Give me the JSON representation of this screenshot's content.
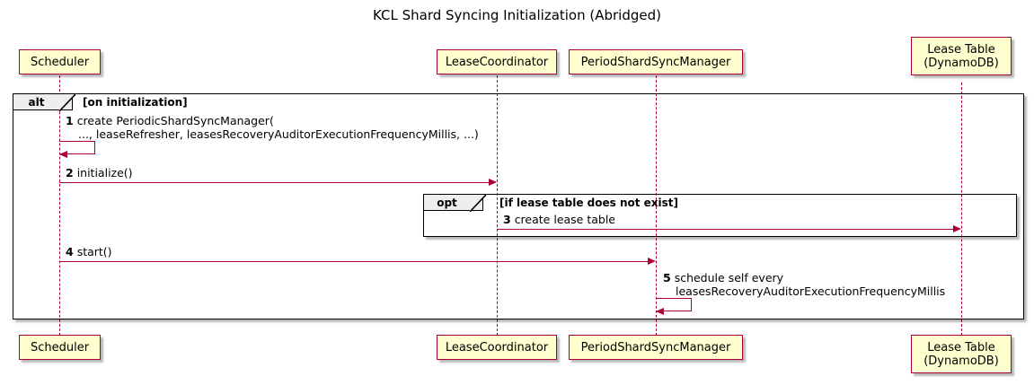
{
  "title": "KCL Shard Syncing Initialization (Abridged)",
  "participants": [
    {
      "name": "scheduler",
      "label_line1": "Scheduler",
      "label_line2": ""
    },
    {
      "name": "lease-coordinator",
      "label_line1": "LeaseCoordinator",
      "label_line2": ""
    },
    {
      "name": "period-shard-sync-manager",
      "label_line1": "PeriodShardSyncManager",
      "label_line2": ""
    },
    {
      "name": "lease-table",
      "label_line1": "Lease Table",
      "label_line2": "(DynamoDB)"
    }
  ],
  "fragments": [
    {
      "name": "alt",
      "keyword": "alt",
      "guard": "[on initialization]"
    },
    {
      "name": "opt",
      "keyword": "opt",
      "guard": "[if lease table does not exist]"
    }
  ],
  "messages": [
    {
      "number": "1",
      "from": "Scheduler",
      "to": "Scheduler",
      "self": true,
      "text_line1": "create PeriodicShardSyncManager(",
      "text_line2": "..., leaseRefresher, leasesRecoveryAuditorExecutionFrequencyMillis, ...)"
    },
    {
      "number": "2",
      "from": "Scheduler",
      "to": "LeaseCoordinator",
      "self": false,
      "text_line1": "initialize()",
      "text_line2": ""
    },
    {
      "number": "3",
      "from": "LeaseCoordinator",
      "to": "Lease Table (DynamoDB)",
      "self": false,
      "text_line1": "create lease table",
      "text_line2": ""
    },
    {
      "number": "4",
      "from": "Scheduler",
      "to": "PeriodShardSyncManager",
      "self": false,
      "text_line1": "start()",
      "text_line2": ""
    },
    {
      "number": "5",
      "from": "PeriodShardSyncManager",
      "to": "PeriodShardSyncManager",
      "self": true,
      "text_line1": "schedule self every",
      "text_line2": "leasesRecoveryAuditorExecutionFrequencyMillis"
    }
  ],
  "colors": {
    "participant_fill": "#FEFECE",
    "participant_border": "#A80036",
    "arrow": "#A80036",
    "fragment_border": "#000000",
    "background": "#FFFFFF"
  }
}
